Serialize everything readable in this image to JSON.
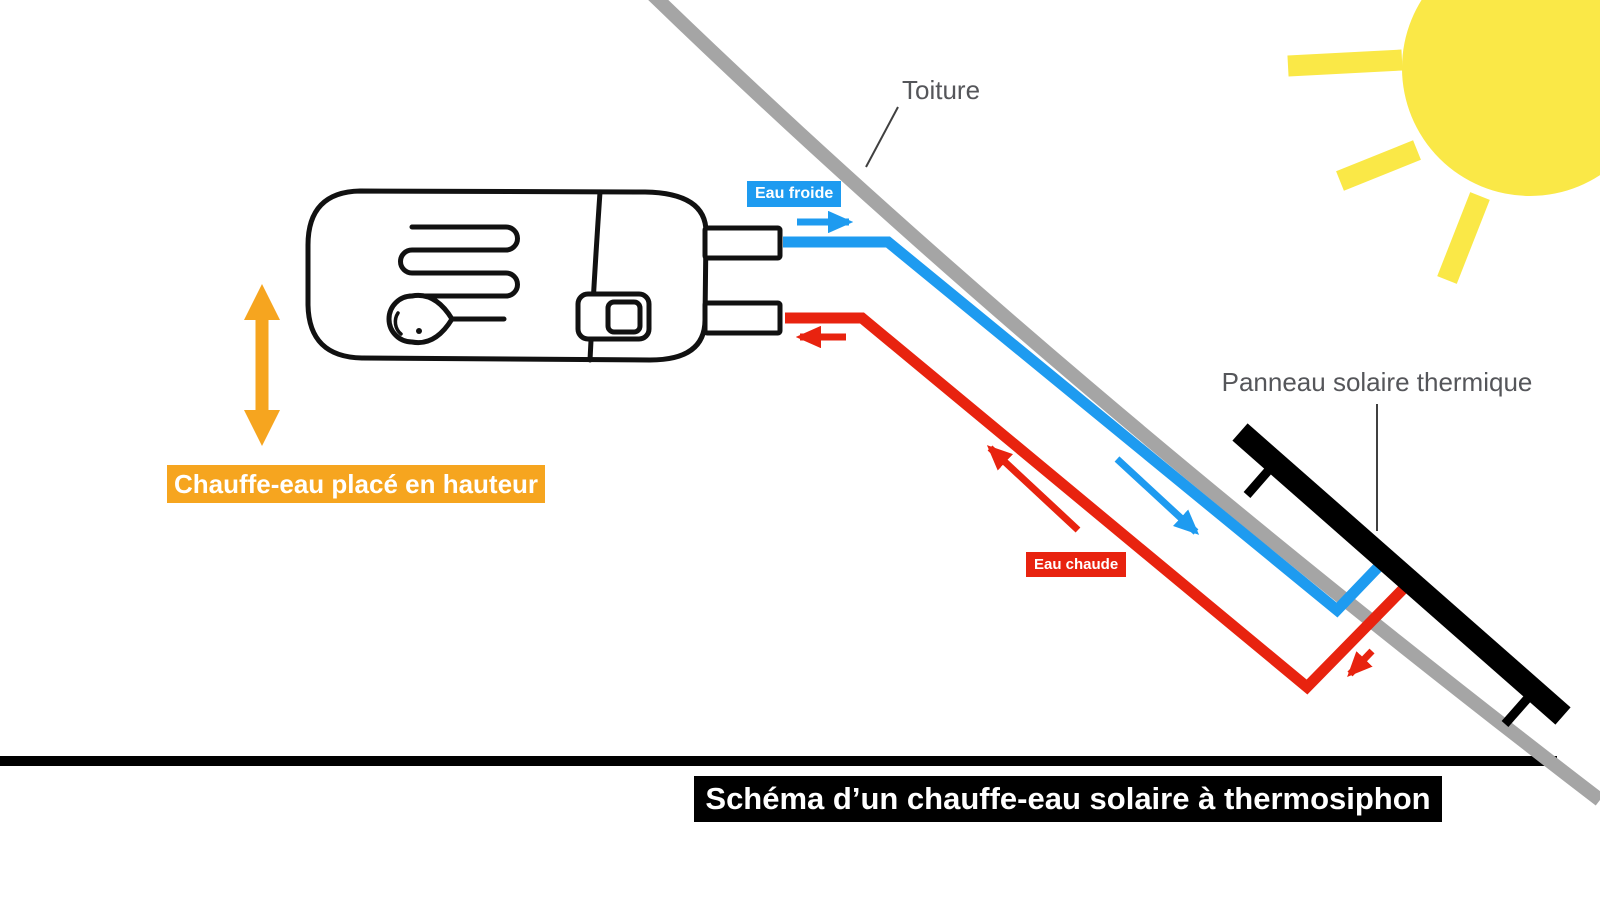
{
  "diagram": {
    "title": "Schéma d’un chauffe-eau solaire à thermosiphon",
    "annotations": {
      "roof_label": "Toiture",
      "panel_label": "Panneau solaire thermique",
      "heater_label": "Chauffe-eau placé en hauteur",
      "cold_water_label": "Eau froide",
      "hot_water_label": "Eau chaude"
    },
    "colors": {
      "cold_water_blue": "#1E9BF0",
      "hot_water_red": "#E8230F",
      "highlight_orange": "#F6A51F",
      "roof_gray": "#A5A5A5",
      "sun_yellow": "#FAE847",
      "panel_black": "#000000",
      "annotation_gray": "#55565A",
      "title_bg": "#000000",
      "title_text": "#FFFFFF"
    }
  }
}
